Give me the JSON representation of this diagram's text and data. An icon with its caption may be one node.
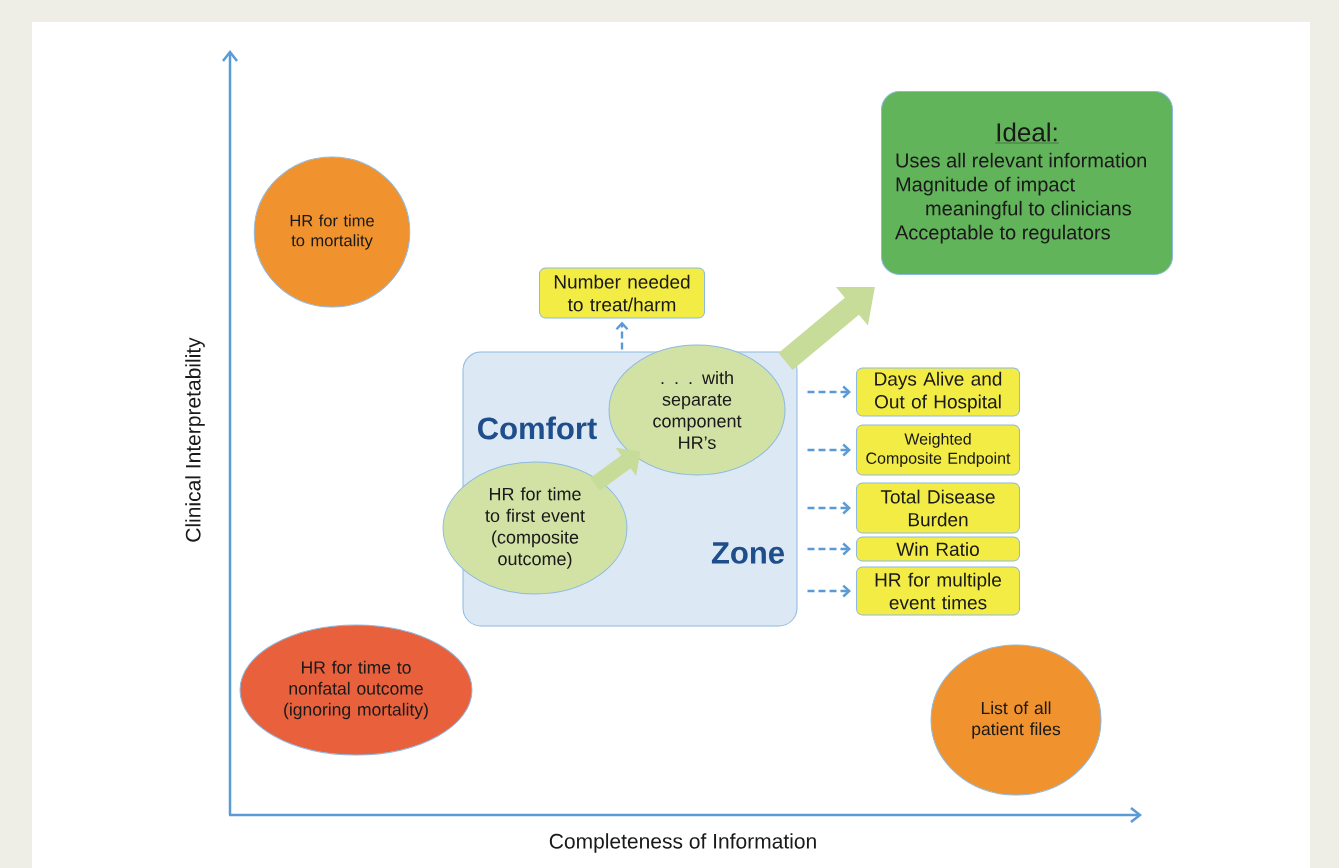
{
  "diagram": {
    "nodes": [
      {
        "text": [
          "Ideal:",
          "Uses all relevant information",
          "Magnitude of impact meaningful to clinicians",
          "Acceptable to regulators"
        ]
      },
      {
        "text": [
          "HR for time to mortality"
        ]
      },
      {
        "text": [
          "Number needed to treat/harm"
        ]
      },
      {
        "text": [
          "Comfort",
          "Zone"
        ]
      },
      {
        "text": [
          ". . . with separate component HR’s"
        ],
        "in": 3
      },
      {
        "text": [
          "HR for time to first event (composite outcome)"
        ],
        "in": 3
      },
      {
        "text": [
          "Days Alive and Out of Hospital"
        ]
      },
      {
        "text": [
          "Weighted Composite Endpoint"
        ]
      },
      {
        "text": [
          "Total Disease Burden"
        ]
      },
      {
        "text": [
          "Win Ratio"
        ]
      },
      {
        "text": [
          "HR for multiple event times"
        ]
      },
      {
        "text": [
          "HR for time to nonfatal outcome (ignoring mortality)"
        ]
      },
      {
        "text": [
          "List of all patient files"
        ]
      }
    ],
    "edges": [
      {
        "from": 3,
        "to": 2,
        "arrow": "to",
        "style": "dashed"
      },
      {
        "from": 3,
        "to": 0,
        "arrow": "to",
        "style": "thick",
        "color": "#c8dc9a"
      },
      {
        "from": 5,
        "to": 4,
        "arrow": "to",
        "style": "thick",
        "color": "#c8dc9a"
      },
      {
        "from": 3,
        "to": 6,
        "arrow": "to",
        "style": "dashed"
      },
      {
        "from": 3,
        "to": 7,
        "arrow": "to",
        "style": "dashed"
      },
      {
        "from": 3,
        "to": 8,
        "arrow": "to",
        "style": "dashed"
      },
      {
        "from": 3,
        "to": 9,
        "arrow": "to",
        "style": "dashed"
      },
      {
        "from": 3,
        "to": 10,
        "arrow": "to",
        "style": "dashed"
      }
    ],
    "labels": [
      "Clinical Interpretability",
      "Completeness of Information"
    ]
  }
}
